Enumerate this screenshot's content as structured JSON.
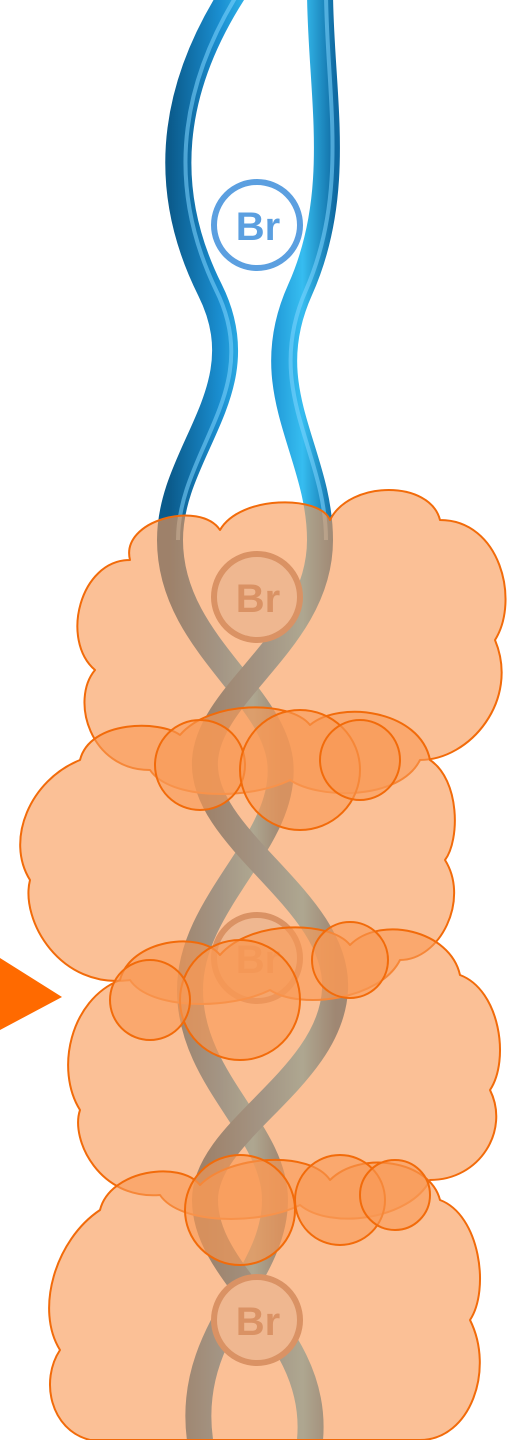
{
  "diagram": {
    "labels": {
      "br_1": "Br",
      "br_2": "Br",
      "br_3": "Br",
      "br_4": "Br"
    },
    "colors": {
      "background": "#ffffff",
      "helix_dark": "#0b5b8c",
      "helix_mid": "#1a8ed0",
      "helix_light": "#36bdf0",
      "rung": "#1577b0",
      "br_exposed": "#5b9fe0",
      "br_covered": "#a8867c",
      "cloud_fill": "#f99a55",
      "cloud_stroke": "#f26b0a",
      "arrow": "#ff6a00"
    },
    "icons": {
      "helix": "dna-double-helix",
      "marker": "bromine-label-circle",
      "cloud": "protein-cloud-blob",
      "pointer": "orange-arrow-icon"
    }
  }
}
